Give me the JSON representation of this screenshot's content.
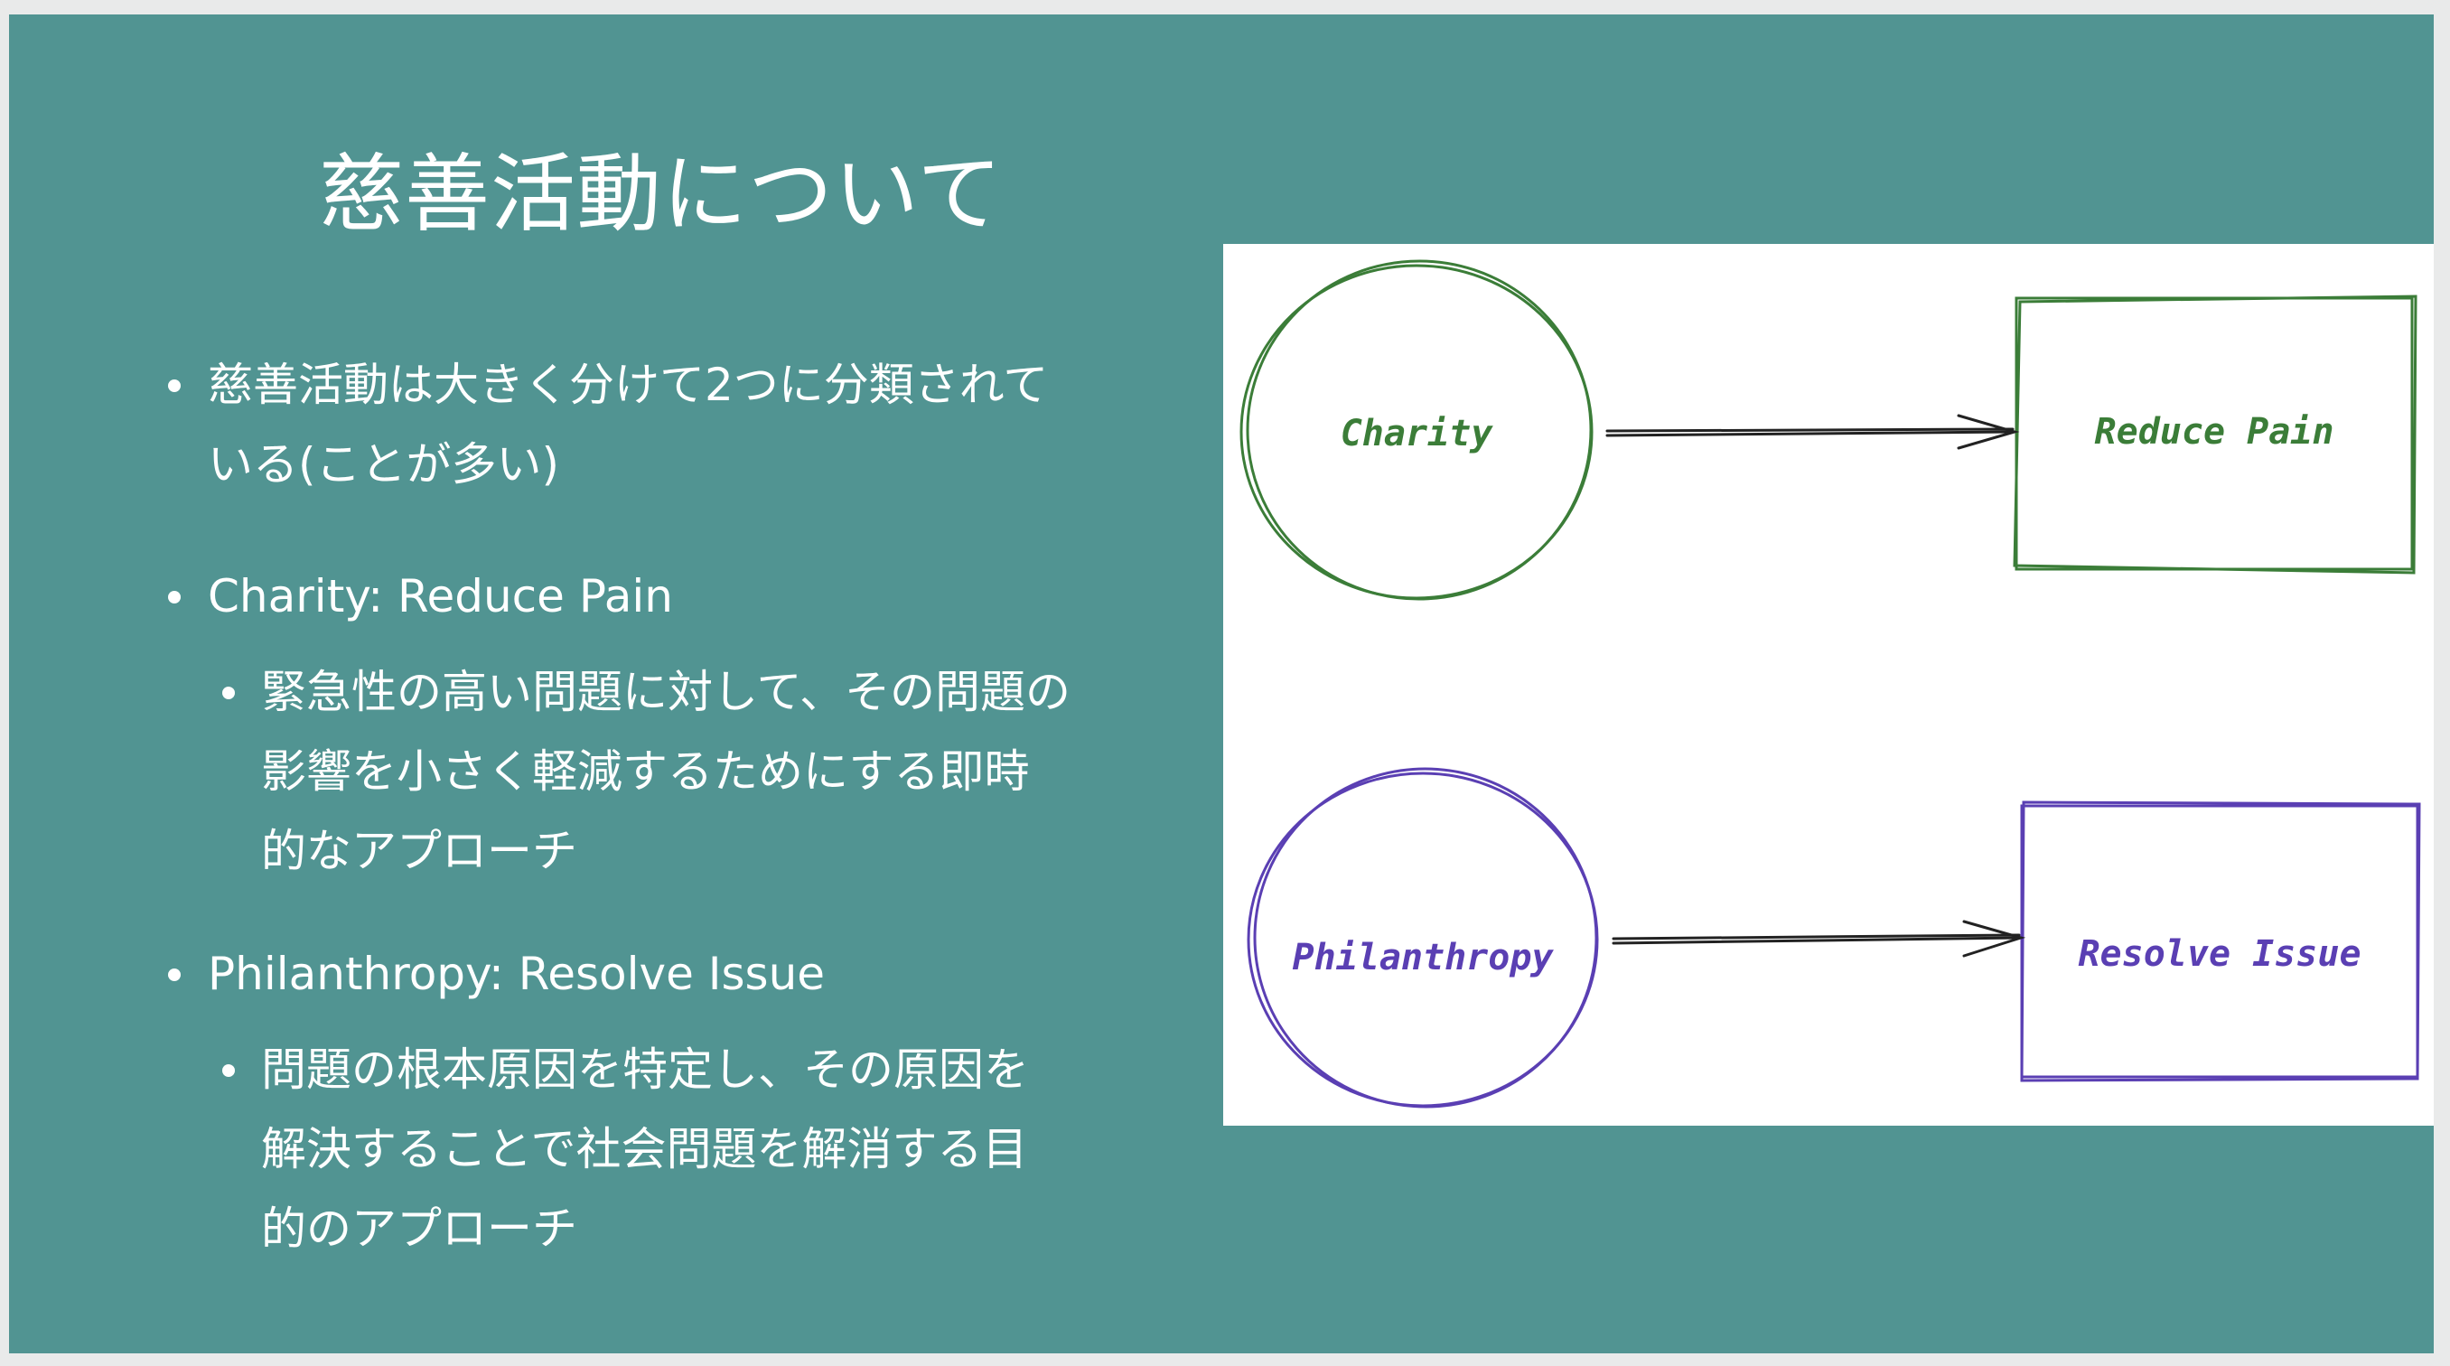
{
  "slide": {
    "title": "慈善活動について",
    "bullets": [
      {
        "level": 1,
        "text": "慈善活動は大きく分けて2つに分類されて\nいる(ことが多い)"
      },
      {
        "level": 1,
        "text": "Charity: Reduce Pain"
      },
      {
        "level": 2,
        "text": "緊急性の高い問題に対して、その問題の\n影響を小さく軽減するためにする即時\n的なアプローチ"
      },
      {
        "level": 1,
        "text": "Philanthropy: Resolve Issue"
      },
      {
        "level": 2,
        "text": "問題の根本原因を特定し、その原因を\n解決することで社会問題を解消する目\n的のアプローチ"
      }
    ]
  },
  "diagram": {
    "nodes": {
      "charity": "Charity",
      "reduce_pain": "Reduce Pain",
      "philanthropy": "Philanthropy",
      "resolve_issue": "Resolve Issue"
    },
    "colors": {
      "top_row": "#3b7d38",
      "bottom_row": "#5a3fb3",
      "arrow": "#222222",
      "background": "#519492"
    }
  }
}
